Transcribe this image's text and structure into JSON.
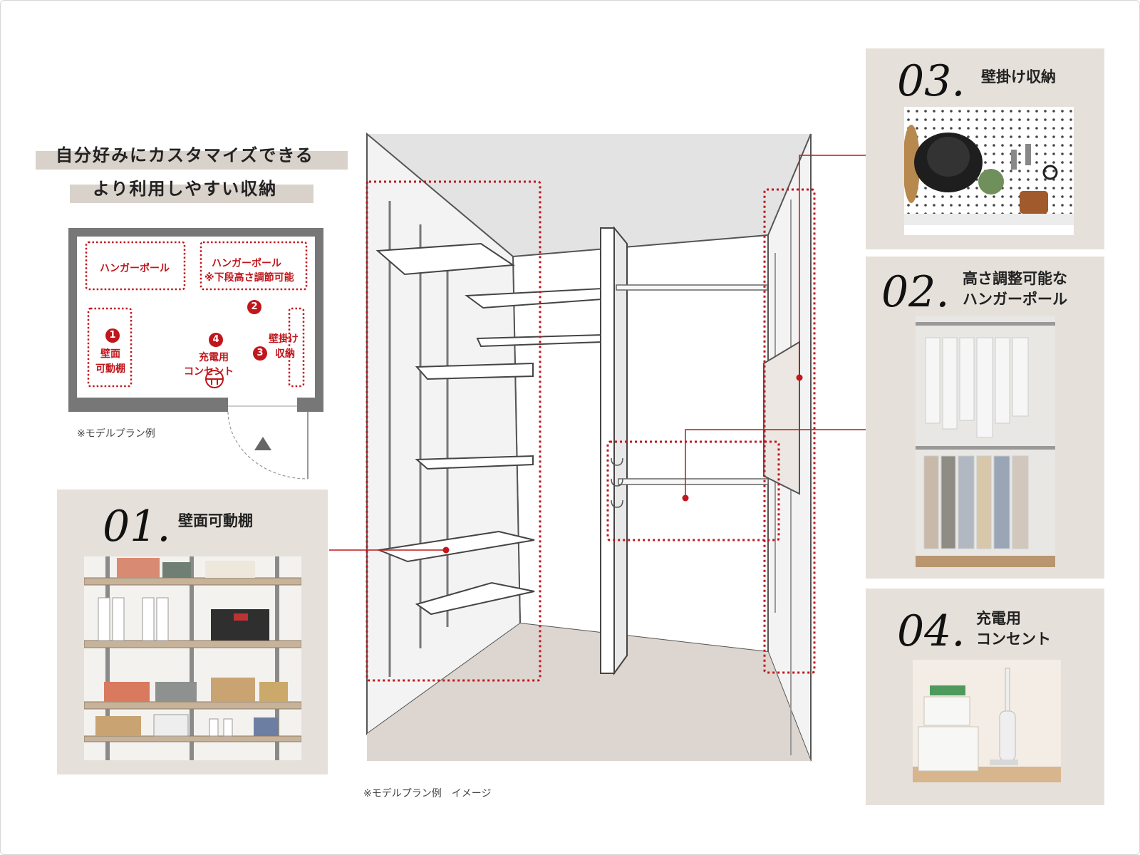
{
  "headline": {
    "line1": "自分好みにカスタマイズできる",
    "line2": "より利用しやすい収納"
  },
  "floor_plan": {
    "labels": {
      "hanger_left": "ハンガーポール",
      "hanger_right_1": "ハンガーポール",
      "hanger_right_2": "※下段高さ調節可能",
      "shelf_1": "壁面",
      "shelf_2": "可動棚",
      "outlet_1": "充電用",
      "outlet_2": "コンセント",
      "wall_1": "壁掛け",
      "wall_2": "収納"
    },
    "badges": [
      "1",
      "2",
      "3",
      "4"
    ],
    "note": "※モデルプラン例"
  },
  "image_note": "※モデルプラン例　イメージ",
  "features": {
    "f01": {
      "number": "01.",
      "title": "壁面可動棚"
    },
    "f02": {
      "number": "02.",
      "title_1": "高さ調整可能な",
      "title_2": "ハンガーポール"
    },
    "f03": {
      "number": "03.",
      "title": "壁掛け収納"
    },
    "f04": {
      "number": "04.",
      "title_1": "充電用",
      "title_2": "コンセント"
    }
  },
  "colors": {
    "accent_red": "#c0161c",
    "card_bg": "#e6e0da",
    "band_bg": "#d9d2cb",
    "floor": "#ddd5cf"
  },
  "icons": [
    "outlet-icon",
    "entrance-arrow-icon"
  ]
}
